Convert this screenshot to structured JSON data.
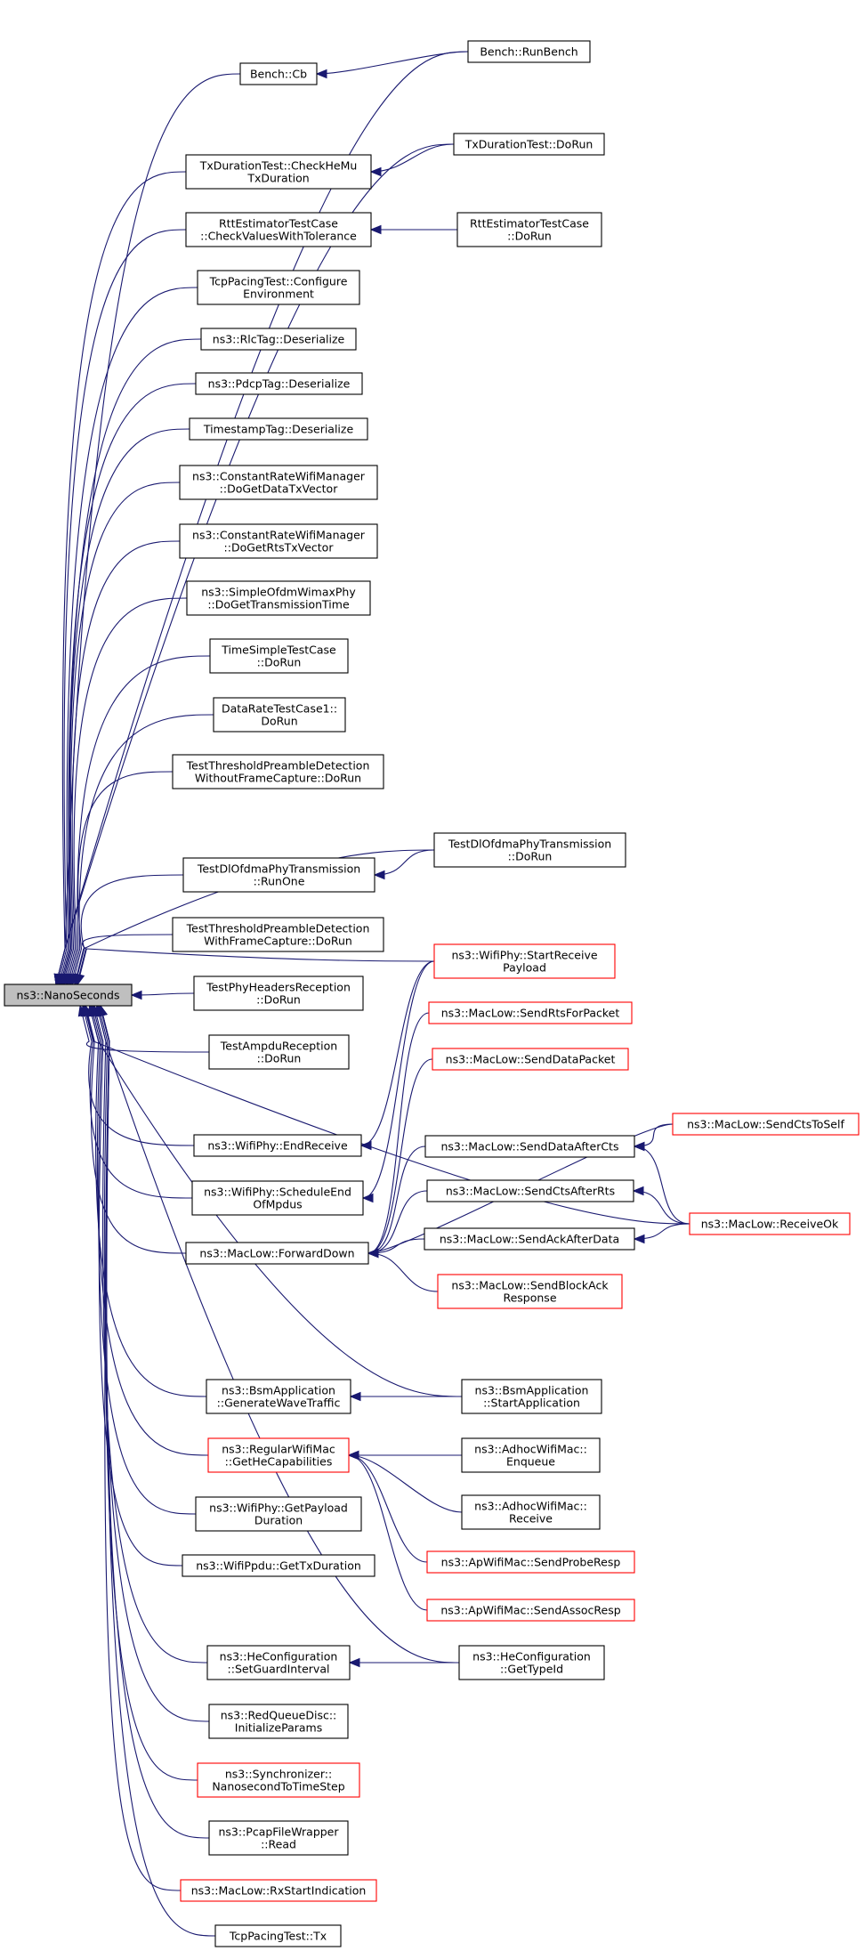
{
  "nodes": [
    {
      "id": "root",
      "lines": [
        "ns3::NanoSeconds"
      ],
      "style": "root"
    },
    {
      "id": "bench_runbench",
      "lines": [
        "Bench::RunBench"
      ]
    },
    {
      "id": "bench_cb",
      "lines": [
        "Bench::Cb"
      ]
    },
    {
      "id": "txdur_dorun",
      "lines": [
        "TxDurationTest::DoRun"
      ]
    },
    {
      "id": "txdur_check",
      "lines": [
        "TxDurationTest::CheckHeMu",
        "TxDuration"
      ]
    },
    {
      "id": "rtt_check",
      "lines": [
        "RttEstimatorTestCase",
        "::CheckValuesWithTolerance"
      ]
    },
    {
      "id": "rtt_dorun",
      "lines": [
        "RttEstimatorTestCase",
        "::DoRun"
      ]
    },
    {
      "id": "tcppacing_conf",
      "lines": [
        "TcpPacingTest::Configure",
        "Environment"
      ]
    },
    {
      "id": "rlctag",
      "lines": [
        "ns3::RlcTag::Deserialize"
      ]
    },
    {
      "id": "pdcptag",
      "lines": [
        "ns3::PdcpTag::Deserialize"
      ]
    },
    {
      "id": "timestamptag",
      "lines": [
        "TimestampTag::Deserialize"
      ]
    },
    {
      "id": "crwm_data",
      "lines": [
        "ns3::ConstantRateWifiManager",
        "::DoGetDataTxVector"
      ]
    },
    {
      "id": "crwm_rts",
      "lines": [
        "ns3::ConstantRateWifiManager",
        "::DoGetRtsTxVector"
      ]
    },
    {
      "id": "simpleofdm",
      "lines": [
        "ns3::SimpleOfdmWimaxPhy",
        "::DoGetTransmissionTime"
      ]
    },
    {
      "id": "timesimple",
      "lines": [
        "TimeSimpleTestCase",
        "::DoRun"
      ]
    },
    {
      "id": "datarate",
      "lines": [
        "DataRateTestCase1::",
        "DoRun"
      ]
    },
    {
      "id": "ttpd_without",
      "lines": [
        "TestThresholdPreambleDetection",
        "WithoutFrameCapture::DoRun"
      ]
    },
    {
      "id": "tdlofdma_dorun",
      "lines": [
        "TestDlOfdmaPhyTransmission",
        "::DoRun"
      ]
    },
    {
      "id": "tdlofdma_runone",
      "lines": [
        "TestDlOfdmaPhyTransmission",
        "::RunOne"
      ]
    },
    {
      "id": "ttpd_with",
      "lines": [
        "TestThresholdPreambleDetection",
        "WithFrameCapture::DoRun"
      ]
    },
    {
      "id": "wifiphy_srp",
      "lines": [
        "ns3::WifiPhy::StartReceive",
        "Payload"
      ],
      "style": "red"
    },
    {
      "id": "tphr",
      "lines": [
        "TestPhyHeadersReception",
        "::DoRun"
      ]
    },
    {
      "id": "maclow_srfp",
      "lines": [
        "ns3::MacLow::SendRtsForPacket"
      ],
      "style": "red"
    },
    {
      "id": "tampdu",
      "lines": [
        "TestAmpduReception",
        "::DoRun"
      ]
    },
    {
      "id": "maclow_sdp",
      "lines": [
        "ns3::MacLow::SendDataPacket"
      ],
      "style": "red"
    },
    {
      "id": "maclow_scts",
      "lines": [
        "ns3::MacLow::SendCtsToSelf"
      ],
      "style": "red"
    },
    {
      "id": "wifiphy_er",
      "lines": [
        "ns3::WifiPhy::EndReceive"
      ]
    },
    {
      "id": "maclow_sdac",
      "lines": [
        "ns3::MacLow::SendDataAfterCts"
      ]
    },
    {
      "id": "wifiphy_seom",
      "lines": [
        "ns3::WifiPhy::ScheduleEnd",
        "OfMpdus"
      ]
    },
    {
      "id": "maclow_scar",
      "lines": [
        "ns3::MacLow::SendCtsAfterRts"
      ]
    },
    {
      "id": "maclow_recvok",
      "lines": [
        "ns3::MacLow::ReceiveOk"
      ],
      "style": "red"
    },
    {
      "id": "maclow_fd",
      "lines": [
        "ns3::MacLow::ForwardDown"
      ]
    },
    {
      "id": "maclow_saad",
      "lines": [
        "ns3::MacLow::SendAckAfterData"
      ]
    },
    {
      "id": "maclow_sbar",
      "lines": [
        "ns3::MacLow::SendBlockAck",
        "Response"
      ],
      "style": "red"
    },
    {
      "id": "bsm_gwt",
      "lines": [
        "ns3::BsmApplication",
        "::GenerateWaveTraffic"
      ]
    },
    {
      "id": "bsm_start",
      "lines": [
        "ns3::BsmApplication",
        "::StartApplication"
      ]
    },
    {
      "id": "rwm_ghc",
      "lines": [
        "ns3::RegularWifiMac",
        "::GetHeCapabilities"
      ],
      "style": "red"
    },
    {
      "id": "adhoc_enq",
      "lines": [
        "ns3::AdhocWifiMac::",
        "Enqueue"
      ]
    },
    {
      "id": "wifiphy_gpd",
      "lines": [
        "ns3::WifiPhy::GetPayload",
        "Duration"
      ]
    },
    {
      "id": "adhoc_recv",
      "lines": [
        "ns3::AdhocWifiMac::",
        "Receive"
      ]
    },
    {
      "id": "wifippdu",
      "lines": [
        "ns3::WifiPpdu::GetTxDuration"
      ]
    },
    {
      "id": "ap_spr",
      "lines": [
        "ns3::ApWifiMac::SendProbeResp"
      ],
      "style": "red"
    },
    {
      "id": "ap_sar",
      "lines": [
        "ns3::ApWifiMac::SendAssocResp"
      ],
      "style": "red"
    },
    {
      "id": "hecfg_sgi",
      "lines": [
        "ns3::HeConfiguration",
        "::SetGuardInterval"
      ]
    },
    {
      "id": "hecfg_gti",
      "lines": [
        "ns3::HeConfiguration",
        "::GetTypeId"
      ]
    },
    {
      "id": "redq",
      "lines": [
        "ns3::RedQueueDisc::",
        "InitializeParams"
      ]
    },
    {
      "id": "sync",
      "lines": [
        "ns3::Synchronizer::",
        "NanosecondToTimeStep"
      ],
      "style": "red"
    },
    {
      "id": "pcap",
      "lines": [
        "ns3::PcapFileWrapper",
        "::Read"
      ]
    },
    {
      "id": "maclow_rsi",
      "lines": [
        "ns3::MacLow::RxStartIndication"
      ],
      "style": "red"
    },
    {
      "id": "tcppacing_tx",
      "lines": [
        "TcpPacingTest::Tx"
      ]
    }
  ]
}
